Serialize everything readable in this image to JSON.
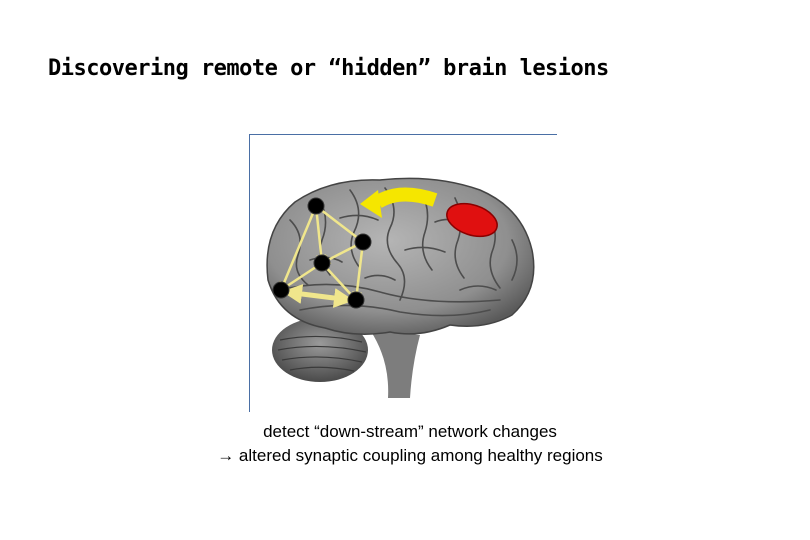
{
  "slide": {
    "title": "Discovering remote or “hidden” brain lesions",
    "caption_line1": "detect “down-stream” network changes",
    "caption_arrow_glyph": "→",
    "caption_line2": " altered synaptic coupling among healthy regions"
  },
  "figure": {
    "node_color": "#000000",
    "edge_color": "#f0e68c",
    "lesion_color": "#e01010",
    "arrow_color": "#f5e600"
  }
}
